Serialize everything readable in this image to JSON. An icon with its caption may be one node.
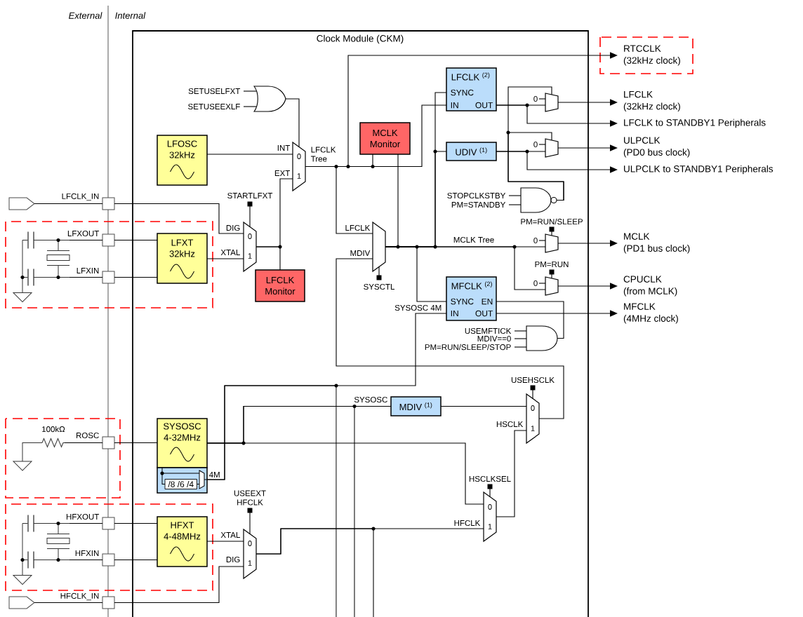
{
  "diagram": {
    "nodes": [
      {
        "text": [
          "Clock Module (CKM)"
        ]
      },
      {
        "text": [
          "RTCCLK",
          "(32kHz clock)"
        ]
      },
      {
        "text": [
          "LFCLK $^{(2)}$",
          "SYNC",
          "IN",
          "OUT"
        ],
        "in": 0
      },
      {
        "text": [],
        "shape": "gate",
        "beside": [
          "SETUSELFXT",
          "SETUSEEXLF"
        ],
        "in": 0
      },
      {
        "text": [
          "0"
        ],
        "in": 0
      },
      {
        "text": [
          "LFCLK",
          "(32kHz clock)"
        ]
      },
      {
        "text": [
          "LFCLK to STANDBY1 Peripherals"
        ]
      },
      {
        "text": [
          "MCLK Monitor"
        ],
        "in": 0
      },
      {
        "text": [
          "LFOSC 32kHz"
        ],
        "in": 0
      },
      {
        "text": [
          "0",
          "1"
        ],
        "in": 0
      },
      {
        "text": [
          "UDIV $^{(1)}$"
        ],
        "in": 0
      },
      {
        "text": [
          "0"
        ],
        "in": 0
      },
      {
        "text": [
          "ULPCLK",
          "(PD0 bus clock)"
        ]
      },
      {
        "text": [
          "ULPCLK to STANDBY1 Peripherals"
        ]
      },
      {
        "text": [],
        "shape": "gate",
        "beside": [
          "STOPCLKSTBY",
          "PM=STANDBY"
        ],
        "in": 0
      },
      {
        "text": [],
        "shape": "pentagon"
      },
      {
        "text": [],
        "shape": "box"
      },
      {
        "text": [
          "0",
          "1"
        ],
        "beside": [
          "STARTLFXT"
        ],
        "in": 0
      },
      {
        "text": [],
        "shape": "picture"
      },
      {
        "text": [],
        "shape": "box"
      },
      {
        "text": [
          "LFXT 32kHz"
        ],
        "in": 0
      },
      {
        "text": [],
        "shape": "trapezoid",
        "beside": [
          "SYSCTL"
        ],
        "in": 0
      },
      {
        "text": [
          "0"
        ],
        "beside": [
          "PM=RUN/SLEEP"
        ],
        "in": 0
      },
      {
        "text": [
          "MCLK",
          "(PD1 bus clock)"
        ]
      },
      {
        "text": [],
        "shape": "box"
      },
      {
        "text": [
          "LFCLK Monitor"
        ],
        "in": 0
      },
      {
        "text": [
          "0"
        ],
        "beside": [
          "PM=RUN"
        ],
        "in": 0
      },
      {
        "text": [
          "CPUCLK",
          "(from MCLK)"
        ]
      },
      {
        "text": [
          "MFCLK $^{(2)}$",
          "SYNC",
          "EN",
          "IN",
          "OUT"
        ],
        "in": 0
      },
      {
        "text": [
          "MFCLK",
          "(4MHz clock)"
        ]
      },
      {
        "text": [],
        "shape": "gate",
        "beside": [
          "USEMFTICK",
          "MDIV==0",
          "PM=RUN/SLEEP/STOP"
        ],
        "in": 0
      },
      {
        "text": [
          "0",
          "1"
        ],
        "beside": [
          "USEHSCLK"
        ],
        "in": 0
      },
      {
        "text": [
          "MDIV $^{(1)}$"
        ],
        "in": 0
      },
      {
        "text": [],
        "shape": "picture",
        "beside": [
          "100kΩ"
        ]
      },
      {
        "text": [],
        "shape": "box"
      },
      {
        "text": [
          "SYSOSC 4-32MHz"
        ],
        "in": 0
      },
      {
        "text": [
          "/8 /6 /4"
        ],
        "in": 0
      },
      {
        "text": [
          "0",
          "1"
        ],
        "beside": [
          "HSCLKSEL"
        ],
        "in": 0
      },
      {
        "text": [],
        "shape": "picture"
      },
      {
        "text": [],
        "shape": "box"
      },
      {
        "text": [
          "HFXT 4-48MHz"
        ],
        "in": 0
      },
      {
        "text": [
          "0",
          "1"
        ],
        "beside": [
          "USEEXT HFCLK"
        ],
        "in": 0
      },
      {
        "text": [],
        "shape": "box"
      },
      {
        "text": [],
        "shape": "pentagon"
      },
      {
        "text": [],
        "shape": "box"
      }
    ],
    "edges": [
      {
        "from": 9,
        "to": 2,
        "arrow": "none",
        "label": "LFCLK Tree"
      },
      {
        "from": 9,
        "to": 1,
        "arrow": "to"
      },
      {
        "from": 9,
        "to": 7,
        "arrow": "none"
      },
      {
        "from": 9,
        "to": 21,
        "arrow": "none",
        "label": "LFCLK"
      },
      {
        "from": 3,
        "to": 9,
        "arrow": "none"
      },
      {
        "from": 8,
        "to": 9,
        "arrow": "none",
        "label": "INT"
      },
      {
        "from": 17,
        "to": 9,
        "arrow": "none",
        "label": "EXT"
      },
      {
        "from": 17,
        "to": 25,
        "arrow": "none"
      },
      {
        "from": 15,
        "to": 16,
        "arrow": "none",
        "label": "LFCLK_IN"
      },
      {
        "from": 16,
        "to": 17,
        "arrow": "none",
        "label": "DIG"
      },
      {
        "from": 18,
        "to": 19,
        "arrow": "none",
        "label": "LFXOUT"
      },
      {
        "from": 19,
        "to": 20,
        "arrow": "none"
      },
      {
        "from": 18,
        "to": 24,
        "arrow": "none",
        "label": "LFXIN"
      },
      {
        "from": 24,
        "to": 20,
        "arrow": "none"
      },
      {
        "from": 20,
        "to": 17,
        "arrow": "none",
        "label": "XTAL"
      },
      {
        "from": 2,
        "to": 4,
        "arrow": "none"
      },
      {
        "from": 2,
        "to": 6,
        "arrow": "to"
      },
      {
        "from": 4,
        "to": 5,
        "arrow": "to"
      },
      {
        "from": 14,
        "to": 4,
        "arrow": "none"
      },
      {
        "from": 14,
        "to": 11,
        "arrow": "none"
      },
      {
        "from": 10,
        "to": 11,
        "arrow": "none"
      },
      {
        "from": 10,
        "to": 13,
        "arrow": "to"
      },
      {
        "from": 11,
        "to": 12,
        "arrow": "to"
      },
      {
        "from": 21,
        "to": 22,
        "arrow": "none",
        "label": "MCLK Tree"
      },
      {
        "from": 21,
        "to": 7,
        "arrow": "none"
      },
      {
        "from": 21,
        "to": 2,
        "arrow": "none"
      },
      {
        "from": 21,
        "to": 10,
        "arrow": "none"
      },
      {
        "from": 21,
        "to": 26,
        "arrow": "none"
      },
      {
        "from": 21,
        "to": 28,
        "arrow": "none"
      },
      {
        "from": 22,
        "to": 23,
        "arrow": "to"
      },
      {
        "from": 26,
        "to": 27,
        "arrow": "to"
      },
      {
        "from": 28,
        "to": 29,
        "arrow": "to"
      },
      {
        "from": 30,
        "to": 28,
        "arrow": "none"
      },
      {
        "from": 31,
        "to": 21,
        "arrow": "none",
        "label": "MDIV"
      },
      {
        "from": 32,
        "to": 31,
        "arrow": "none"
      },
      {
        "from": 35,
        "to": 32,
        "arrow": "none",
        "label": "SYSOSC"
      },
      {
        "from": 35,
        "to": 37,
        "arrow": "none"
      },
      {
        "from": 35,
        "to": null,
        "arrow": "none"
      },
      {
        "from": 33,
        "to": 34,
        "arrow": "none",
        "label": "ROSC"
      },
      {
        "from": 34,
        "to": 35,
        "arrow": "none"
      },
      {
        "from": 36,
        "to": 28,
        "arrow": "none",
        "label": "SYSOSC 4M"
      },
      {
        "from": 36,
        "to": null,
        "arrow": "none",
        "label": "4M"
      },
      {
        "from": 37,
        "to": 31,
        "arrow": "none",
        "label": "HSCLK"
      },
      {
        "from": 41,
        "to": 37,
        "arrow": "none",
        "label": "HFCLK"
      },
      {
        "from": 41,
        "to": null,
        "arrow": "none"
      },
      {
        "from": 38,
        "to": 39,
        "arrow": "none",
        "label": "HFXOUT"
      },
      {
        "from": 39,
        "to": 40,
        "arrow": "none"
      },
      {
        "from": 38,
        "to": 42,
        "arrow": "none",
        "label": "HFXIN"
      },
      {
        "from": 42,
        "to": 40,
        "arrow": "none"
      },
      {
        "from": 40,
        "to": 41,
        "arrow": "none",
        "label": "XTAL"
      },
      {
        "from": 43,
        "to": 44,
        "arrow": "none",
        "label": "HFCLK_IN"
      },
      {
        "from": 44,
        "to": 41,
        "arrow": "none",
        "label": "DIG"
      }
    ],
    "labels": [
      "External",
      "Internal"
    ]
  }
}
